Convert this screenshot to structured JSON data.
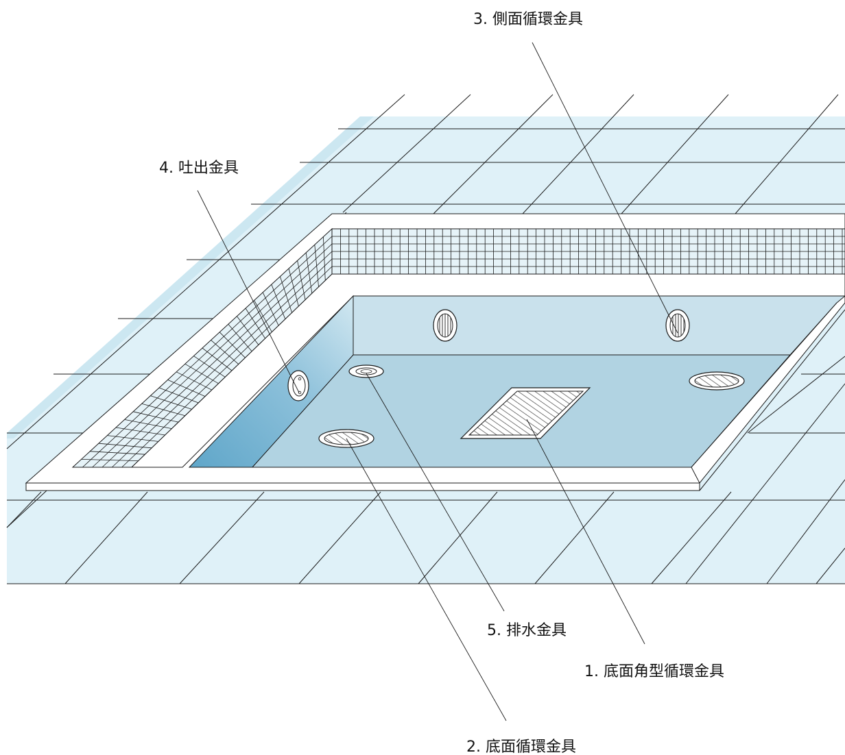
{
  "labels": {
    "item1": "1. 底面角型循環金具",
    "item2": "2. 底面循環金具",
    "item3": "3. 側面循環金具",
    "item4": "4. 吐出金具",
    "item5": "5. 排水金具"
  },
  "colors": {
    "deck": "#dff1f8",
    "deck_shadow": "#cce7f1",
    "wall_far": "#c9e1ec",
    "floor": "#b1d3e2",
    "wall_left_dark": "#6aaecf",
    "wall_left_light": "#cfe6f0",
    "ledge": "#ffffff",
    "line": "#1a1a1a"
  }
}
